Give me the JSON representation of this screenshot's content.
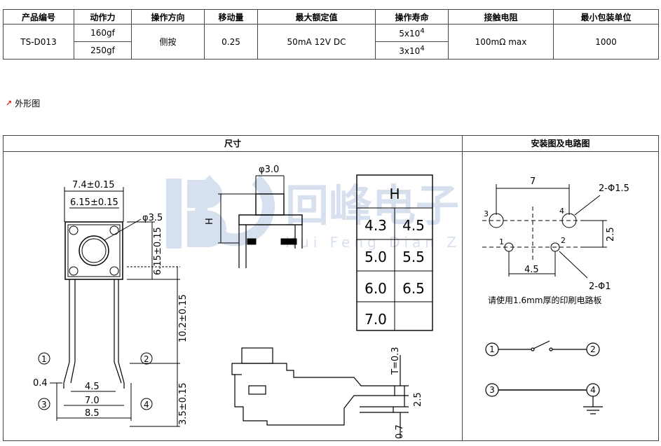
{
  "spec_table": {
    "headers": [
      "产品编号",
      "动作力",
      "操作方向",
      "移动量",
      "最大额定值",
      "操作寿命",
      "接触电阻",
      "最小包装单位"
    ],
    "product_no": "TS-D013",
    "force_1": "160gf",
    "force_2": "250gf",
    "direction": "侧按",
    "travel": "0.25",
    "rating": "50mA 12V DC",
    "life_1_base": "5x10",
    "life_1_exp": "4",
    "life_2_base": "3x10",
    "life_2_exp": "4",
    "resistance": "100mΩ max",
    "min_pack": "1000"
  },
  "section_title": "外形图",
  "left_panel": {
    "title": "尺寸",
    "dims": {
      "w_outer": "7.4±0.15",
      "w_inner": "6.15±0.15",
      "phi_btn": "φ3.5",
      "h_body": "6.15±0.15",
      "h_leg": "10.2±0.15",
      "h_pin": "3.5±0.15",
      "pin_off": "0.4",
      "pin_45": "4.5",
      "pin_70": "7.0",
      "pin_85": "8.5",
      "phi_top": "φ3.0",
      "h_label": "H",
      "t_label": "T=0.3",
      "side_25": "2.5",
      "side_07": "0.7"
    },
    "callouts": [
      "1",
      "2",
      "3",
      "4"
    ],
    "h_table": {
      "header": "H",
      "rows": [
        [
          "4.3",
          "4.5"
        ],
        [
          "5.0",
          "5.5"
        ],
        [
          "6.0",
          "6.5"
        ],
        [
          "7.0",
          ""
        ]
      ]
    },
    "watermark": {
      "cn": "回峰电子",
      "en": "Hui Feng Dian Zi"
    }
  },
  "right_panel": {
    "title": "安装图及电路图",
    "dims": {
      "pitch_7": "7",
      "hole_big": "2-Φ1.5",
      "pitch_25": "2.5",
      "hole_small": "2-Φ1",
      "pitch_45": "4.5"
    },
    "hole_labels": [
      "3",
      "4",
      "1",
      "2"
    ],
    "note": "请使用1.6mm厚的印刷电路板",
    "circuit_labels": [
      "1",
      "2",
      "3",
      "4"
    ]
  }
}
